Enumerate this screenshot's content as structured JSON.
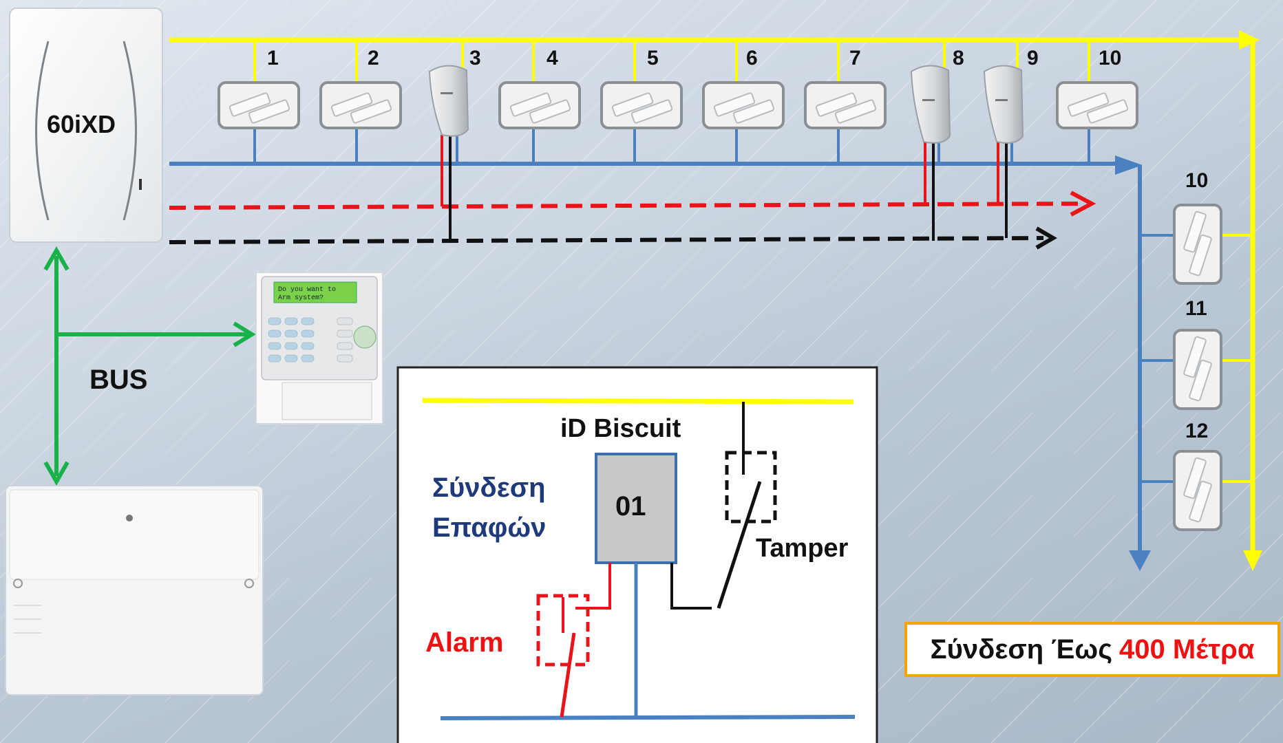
{
  "panel": {
    "label": "60iXD"
  },
  "bus_label": "BUS",
  "zones_top": [
    "1",
    "2",
    "3",
    "4",
    "5",
    "6",
    "7",
    "8",
    "9",
    "10"
  ],
  "zones_side": [
    "10",
    "11",
    "12"
  ],
  "inset": {
    "title": "iD Biscuit",
    "connection_line1": "Σύνδεση",
    "connection_line2": "Επαφών",
    "module_number": "01",
    "tamper_label": "Tamper",
    "alarm_label": "Alarm"
  },
  "banner": {
    "prefix": "Σύνδεση Έως",
    "highlight": "400 Μέτρα"
  },
  "keypad": {
    "display_text_1": "Do you want to",
    "display_text_2": "Arm system?"
  },
  "colors": {
    "yellow": "#ffff00",
    "blue": "#4a80c0",
    "red": "#e8141a",
    "black": "#111111",
    "green": "#19b24a",
    "orange": "#f5a300"
  }
}
